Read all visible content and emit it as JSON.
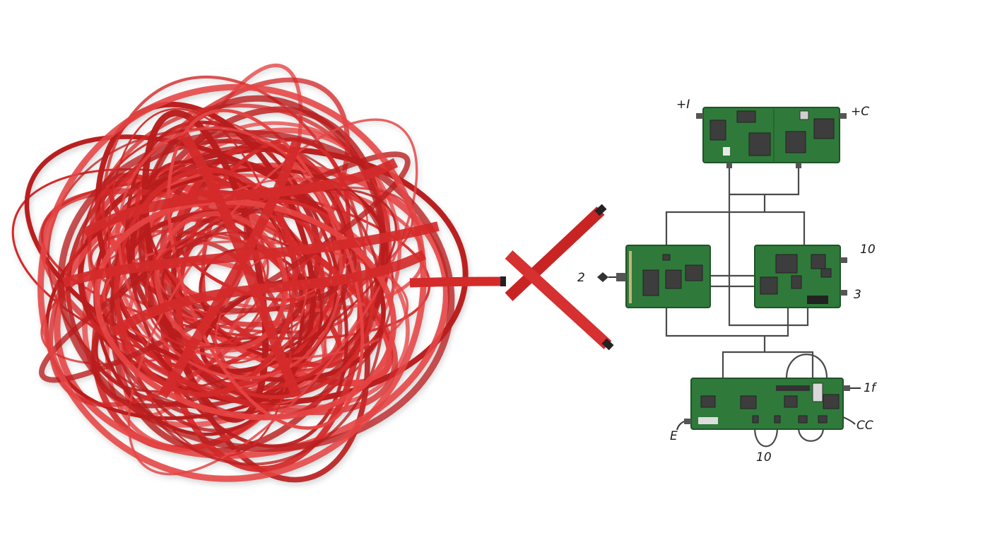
{
  "scene": {
    "left": {
      "subject": "tangled-red-ribbon-ball",
      "color": "#d42a2a",
      "cross_mark_color": "#d42a2a"
    },
    "right": {
      "subject": "modular-circuit-board-network",
      "pcb_color": "#2f7a3a",
      "trace_color": "#4a4a4a",
      "labels": {
        "top_left": "+I",
        "top_right": "+C",
        "mid_left": "2",
        "mid_right_top": "10",
        "mid_right_bottom": "3",
        "bottom_right_top": "1f",
        "bottom_right_bottom": "CC",
        "bottom_left": "E",
        "bottom_center": "10"
      }
    }
  }
}
